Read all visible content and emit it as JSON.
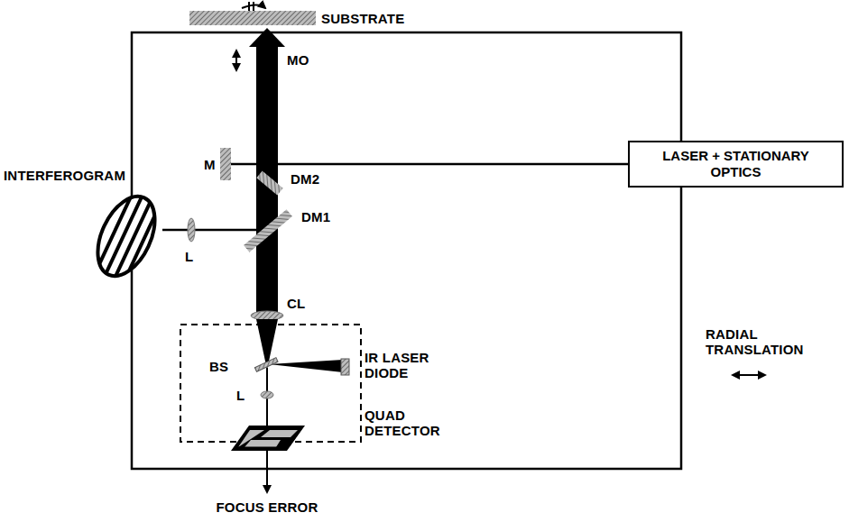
{
  "diagram": {
    "nodes": [
      {
        "text": [
          "LASER + STATIONARY OPTICS"
        ]
      }
    ],
    "labels": [
      "SUBSTRATE",
      "MO",
      "M",
      "DM2",
      "DM1",
      "INTERFEROGRAM",
      "L",
      "CL",
      "IR LASER DIODE",
      "BS",
      "L",
      "QUAD DETECTOR",
      "RADIAL TRANSLATION",
      "FOCUS ERROR"
    ]
  }
}
